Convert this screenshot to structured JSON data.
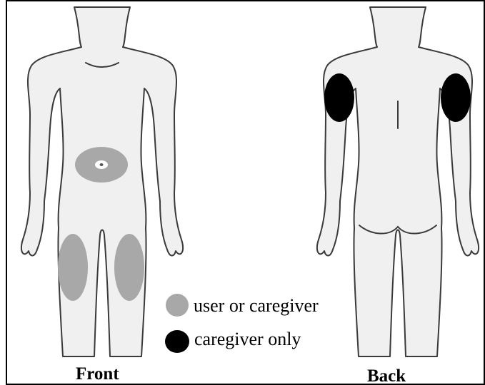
{
  "legend": {
    "user_or_caregiver": {
      "label": "user or caregiver",
      "color": "#a8a8a8"
    },
    "caregiver_only": {
      "label": "caregiver only",
      "color": "#000000"
    }
  },
  "captions": {
    "front": "Front",
    "back": "Back"
  },
  "colors": {
    "frame": "#000000",
    "body_fill": "#f0f0f0",
    "body_outline": "#3a3a3a",
    "user_zone": "#a8a8a8",
    "caregiver_zone": "#000000"
  },
  "sites": {
    "front": [
      "abdomen",
      "left-thigh",
      "right-thigh"
    ],
    "back": [
      "left-upper-arm",
      "right-upper-arm"
    ]
  }
}
